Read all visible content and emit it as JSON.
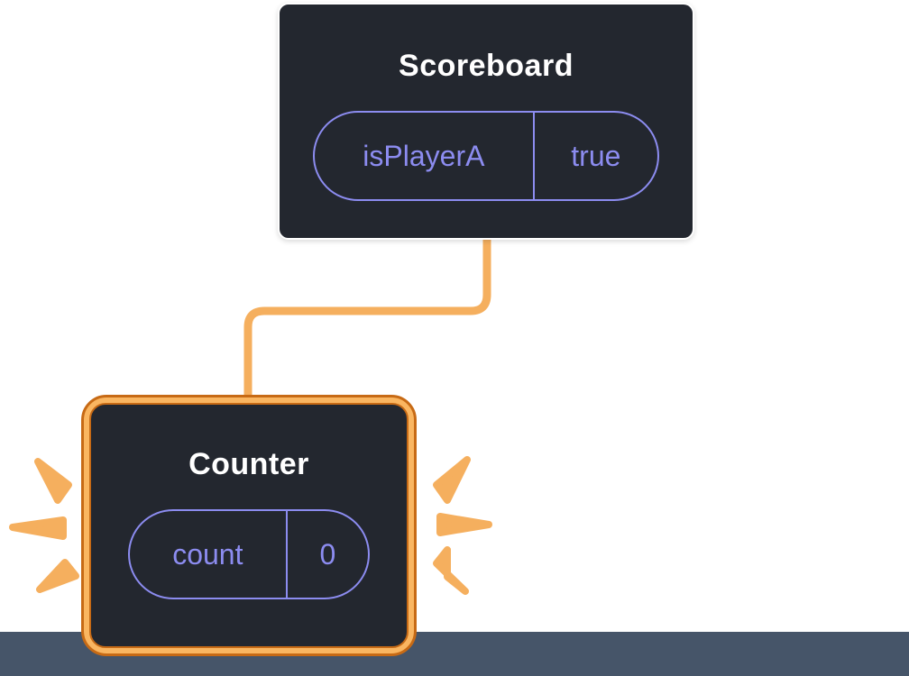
{
  "colors": {
    "box_bg": "#23272F",
    "box_border": "#FFFFFF",
    "pill": "#8C8CF0",
    "connector": "#F5AF5E",
    "highlight": "#FAB661",
    "highlight_dark": "#C76A15",
    "footer_bg": "#465569",
    "title_color": "#FFFFFF"
  },
  "scoreboard": {
    "title": "Scoreboard",
    "state_key": "isPlayerA",
    "state_value": "true"
  },
  "counter": {
    "title": "Counter",
    "state_key": "count",
    "state_value": "0"
  }
}
